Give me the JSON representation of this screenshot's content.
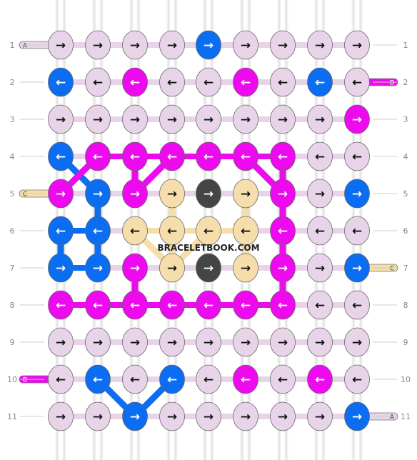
{
  "pattern": {
    "watermark": "BRACELETBOOK.COM",
    "colors": {
      "L": "#e8d4e8",
      "B": "#0a6df2",
      "M": "#ee0aee",
      "P": "#f5deab",
      "D": "#454545"
    },
    "row_labels": [
      "1",
      "2",
      "3",
      "4",
      "5",
      "6",
      "7",
      "8",
      "9",
      "10",
      "11"
    ],
    "rows": [
      "LLLLBLLLL",
      "BLMLLMLBL",
      "LLLLLLLLM",
      "BMMMMMMLL",
      "MBMPDPMLB",
      "BBPPPPMLL",
      "BBMPDPMLB",
      "MMMMMMMLL",
      "LLLLLLLLL",
      "LBLBLMLML",
      "LLBLLLLLB"
    ],
    "dirs": [
      "RRRRRRRRR",
      "LLLLLLLLL",
      "RRRRRRRRR",
      "LLLLLLLLL",
      "RRRRRRRRR",
      "LLLLLLLLL",
      "RRRRRRRRR",
      "LLLLLLLLL",
      "RRRRRRRRR",
      "LLLLLLLLL",
      "RRRRRRRRR"
    ],
    "arrow_glyphs": {
      "R": "→",
      "L": "←"
    },
    "side_pills": [
      {
        "text": "A",
        "row": 1,
        "side": "left",
        "color": "L"
      },
      {
        "text": "B",
        "row": 2,
        "side": "right",
        "color": "M"
      },
      {
        "text": "C",
        "row": 5,
        "side": "left",
        "color": "P"
      },
      {
        "text": "C",
        "row": 7,
        "side": "right",
        "color": "P"
      },
      {
        "text": "B",
        "row": 10,
        "side": "left",
        "color": "M"
      },
      {
        "text": "A",
        "row": 11,
        "side": "right",
        "color": "L"
      }
    ]
  }
}
